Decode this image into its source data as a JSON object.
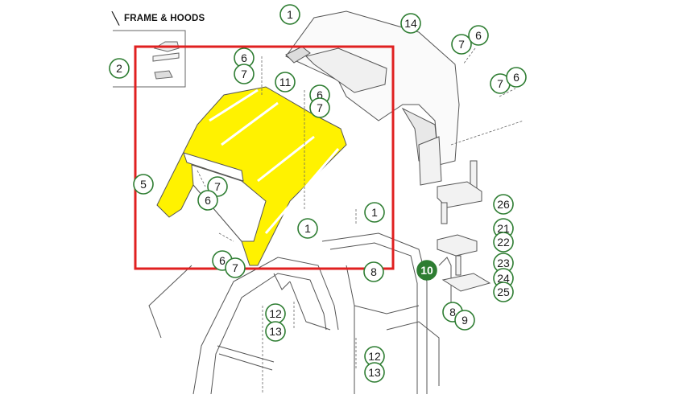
{
  "header": {
    "icon": "chevron-icon",
    "title": "FRAME & HOODS"
  },
  "colors": {
    "highlight": "#fff200",
    "callout": "#2e7d32",
    "selection_box": "#e02020",
    "line": "#555555"
  },
  "callouts": [
    "1",
    "2",
    "5",
    "6",
    "7",
    "11",
    "14",
    "26",
    "21",
    "22",
    "23",
    "24",
    "25",
    "10",
    "8",
    "9",
    "12",
    "13"
  ],
  "selection": {
    "shape": "rectangle",
    "target": "highlighted-hood-part"
  }
}
